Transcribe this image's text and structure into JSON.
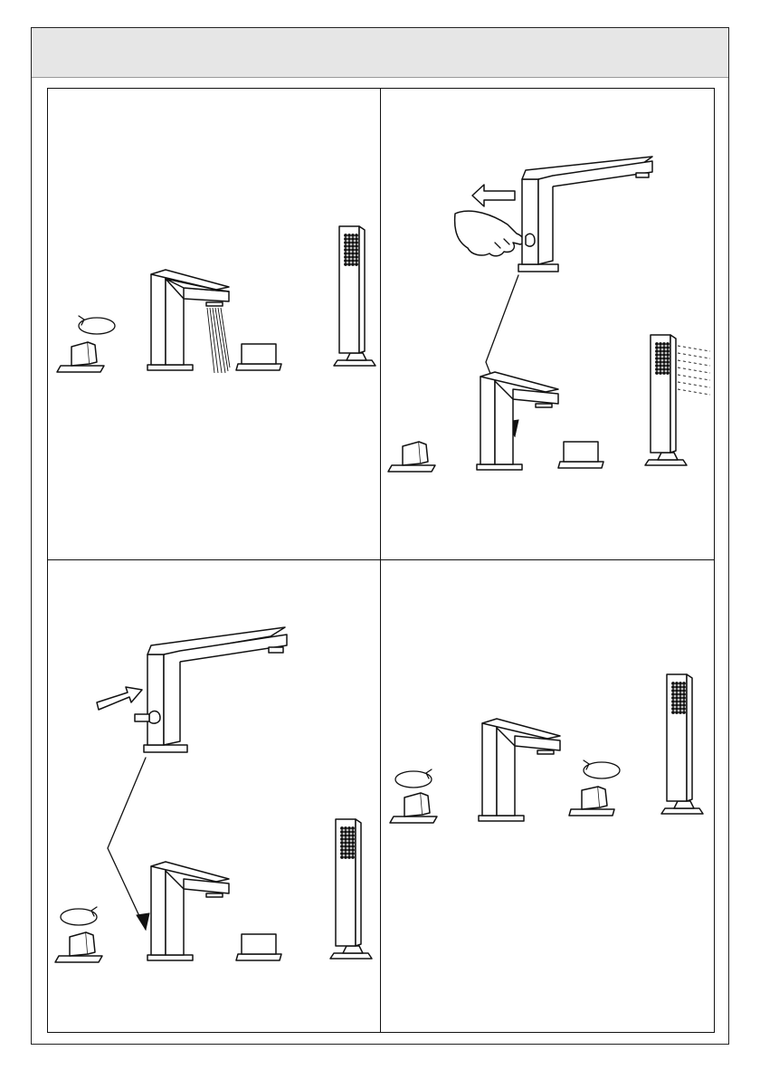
{
  "header": {
    "title": ""
  },
  "panels": [
    {
      "id": "panel-1",
      "step": "open-cold-valve",
      "rotation": "counterclockwise",
      "flow": "spout"
    },
    {
      "id": "panel-2",
      "step": "pull-diverter-knob",
      "arrow": "left",
      "flow": "hand-shower"
    },
    {
      "id": "panel-3",
      "step": "push-diverter-knob",
      "arrow": "right",
      "rotation": "clockwise"
    },
    {
      "id": "panel-4",
      "step": "close-both-valves",
      "rotation": "both"
    }
  ],
  "icons": [
    "rotation-arrow-icon",
    "push-arrow-icon",
    "pull-arrow-icon",
    "hand-icon",
    "water-stream-icon",
    "spray-icon"
  ]
}
